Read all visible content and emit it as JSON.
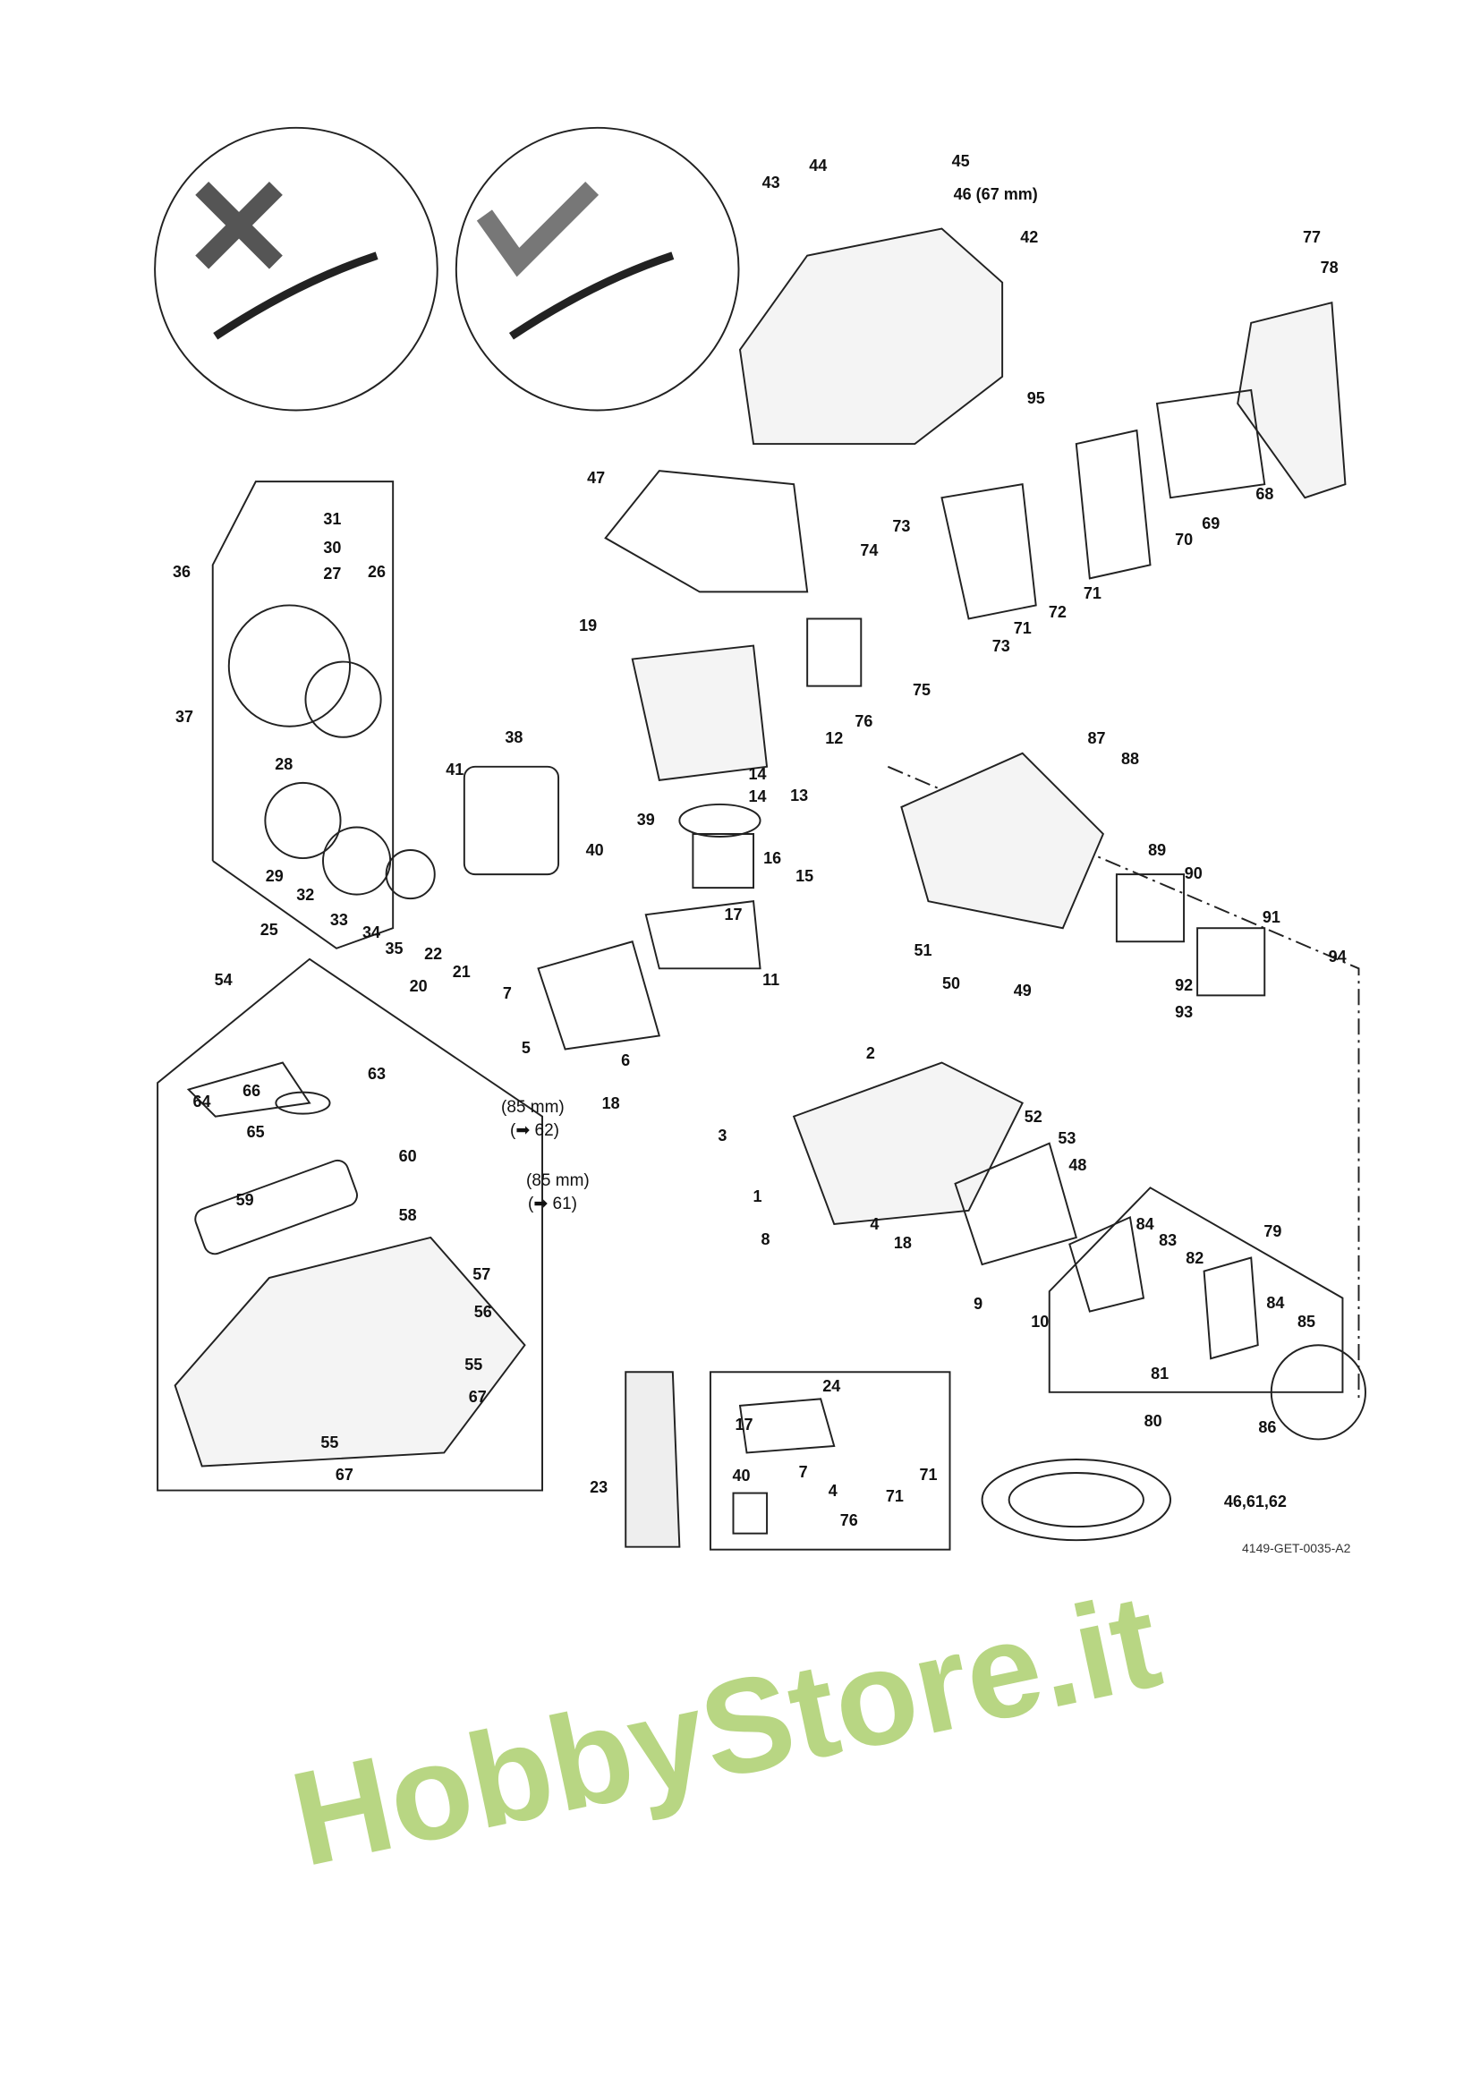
{
  "document": {
    "drawing_code": "4149-GET-0035-A2",
    "watermark": "HobbyStore.it",
    "callouts": [
      "43",
      "44",
      "45",
      "46 (67 mm)",
      "42",
      "77",
      "78",
      "95",
      "47",
      "31",
      "30",
      "27",
      "26",
      "36",
      "37",
      "73",
      "74",
      "71",
      "72",
      "71",
      "73",
      "69",
      "70",
      "68",
      "19",
      "75",
      "76",
      "12",
      "14",
      "14",
      "13",
      "87",
      "88",
      "28",
      "38",
      "41",
      "39",
      "40",
      "17",
      "16",
      "15",
      "89",
      "90",
      "91",
      "29",
      "32",
      "33",
      "34",
      "35",
      "25",
      "22",
      "21",
      "20",
      "7",
      "51",
      "50",
      "49",
      "11",
      "94",
      "92",
      "93",
      "54",
      "5",
      "6",
      "2",
      "64",
      "66",
      "65",
      "63",
      "18",
      "52",
      "53",
      "48",
      "3",
      "1",
      "4",
      "8",
      "18",
      "84",
      "83",
      "82",
      "79",
      "60",
      "58",
      "59",
      "9",
      "10",
      "84",
      "85",
      "57",
      "56",
      "81",
      "80",
      "86",
      "24",
      "17",
      "55",
      "67",
      "55",
      "67",
      "7",
      "40",
      "4",
      "71",
      "71",
      "76",
      "23",
      "46,61,62"
    ],
    "hose_notes": [
      {
        "length": "(85 mm)",
        "ref": "(➡ 62)"
      },
      {
        "length": "(85 mm)",
        "ref": "(➡ 61)"
      }
    ]
  }
}
